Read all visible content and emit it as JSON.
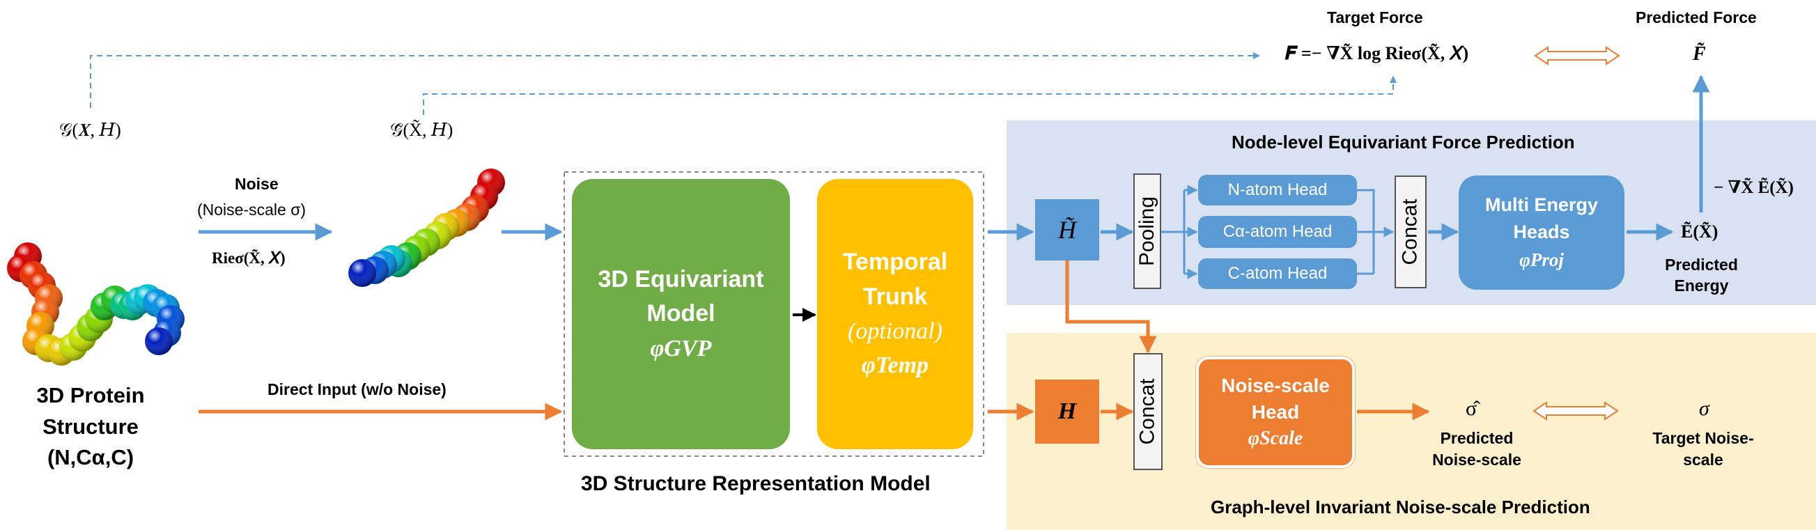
{
  "colors": {
    "blue": "#5b9bd5",
    "orange": "#ed7d31",
    "green": "#70ad47",
    "yellow": "#ffc000",
    "blue_panel": "#d9e2f3",
    "yellow_panel": "#fdf0cc"
  },
  "top": {
    "target_force_title": "Target Force",
    "predicted_force_title": "Predicted Force",
    "target_force_formula": "𝑭 =− ∇X̃ log Rieσ(X̃, 𝑋)",
    "predicted_force_symbol": "F̃",
    "graph_clean": "𝒢(𝑿, 𝐻)",
    "graph_noisy": "𝒢̃(X̃, 𝐻)"
  },
  "input": {
    "protein_title_line1": "3D Protein",
    "protein_title_line2": "Structure",
    "protein_title_line3": "(N,Cα,C)",
    "noise_label": "Noise",
    "noise_scale_label": "(Noise-scale σ)",
    "noise_dist": "Rieσ(X̃, 𝑋)",
    "direct_input_label": "Direct Input (w/o Noise)"
  },
  "model": {
    "equivariant_line1": "3D Equivariant",
    "equivariant_line2": "Model",
    "equivariant_symbol": "φGVP",
    "temporal_line1": "Temporal",
    "temporal_line2": "Trunk",
    "temporal_optional": "(optional)",
    "temporal_symbol": "φTemp",
    "caption": "3D Structure Representation Model"
  },
  "force_panel": {
    "title": "Node-level Equivariant Force Prediction",
    "h_tilde": "H̃",
    "pooling": "Pooling",
    "heads": [
      "N-atom Head",
      "Cα-atom Head",
      "C-atom Head"
    ],
    "concat": "Concat",
    "multi_energy_line1": "Multi Energy",
    "multi_energy_line2": "Heads",
    "multi_energy_symbol": "φProj",
    "energy_symbol": "Ẽ(X̃)",
    "predicted_energy_line1": "Predicted",
    "predicted_energy_line2": "Energy",
    "gradient_label": "− ∇X̃ Ẽ(X̃)"
  },
  "noise_panel": {
    "title": "Graph-level Invariant Noise-scale Prediction",
    "h": "H",
    "concat": "Concat",
    "head_line1": "Noise-scale",
    "head_line2": "Head",
    "head_symbol": "φScale",
    "sigma_hat": "σ̂",
    "predicted_line1": "Predicted",
    "predicted_line2": "Noise-scale",
    "sigma": "σ",
    "target_line1": "Target Noise-",
    "target_line2": "scale"
  }
}
